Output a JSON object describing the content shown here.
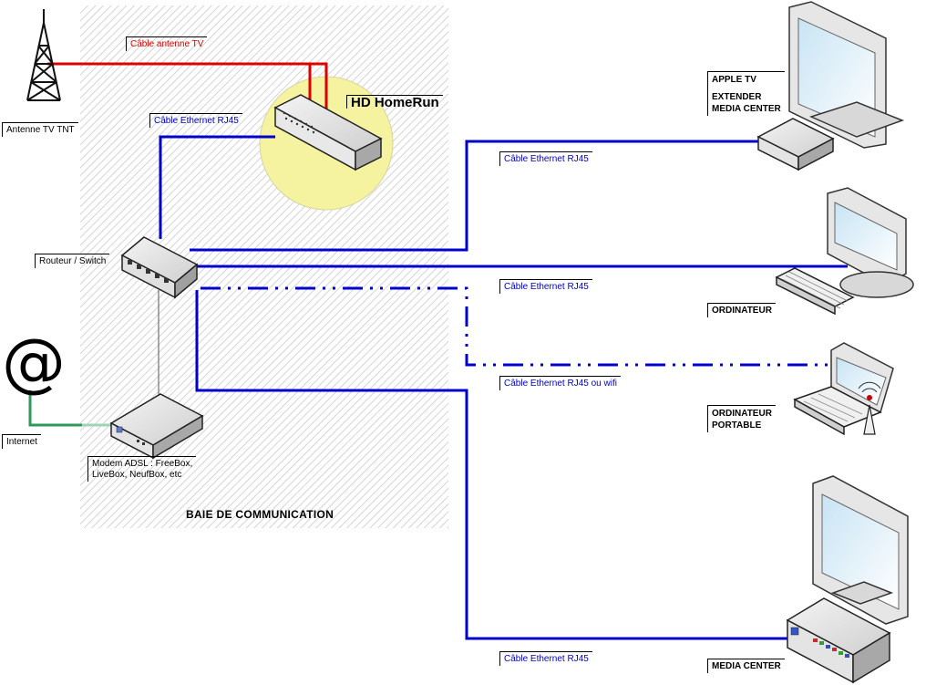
{
  "bay_label": "BAIE DE COMMUNICATION",
  "hdhomerun_label": "HD HomeRun",
  "antenna_label": "Antenne TV TNT",
  "antenna_cable_label": "Câble antenne TV",
  "ethernet_label_hdhr": "Câble Ethernet RJ45",
  "router_label": "Routeur / Switch",
  "internet_label": "Internet",
  "internet_symbol": "@",
  "modem_label_1": "Modem ADSL : FreeBox,",
  "modem_label_2": "LiveBox, NeufBox, etc",
  "ethernet_label_apple": "Câble Ethernet RJ45",
  "ethernet_label_pc": "Câble Ethernet RJ45",
  "ethernet_label_laptop": "Câble Ethernet RJ45 ou wifi",
  "ethernet_label_mc": "Câble Ethernet RJ45",
  "apple_tv_label_1": "APPLE TV",
  "apple_tv_label_2": "EXTENDER",
  "apple_tv_label_3": "MEDIA CENTER",
  "computer_label": "ORDINATEUR",
  "laptop_label_1": "ORDINATEUR",
  "laptop_label_2": "PORTABLE",
  "media_center_label": "MEDIA CENTER",
  "colors": {
    "ethernet": "#0000cc",
    "antenna_cable": "#dd0000",
    "internet_link": "#2e9a5a",
    "highlight": "#f5f3a0"
  }
}
